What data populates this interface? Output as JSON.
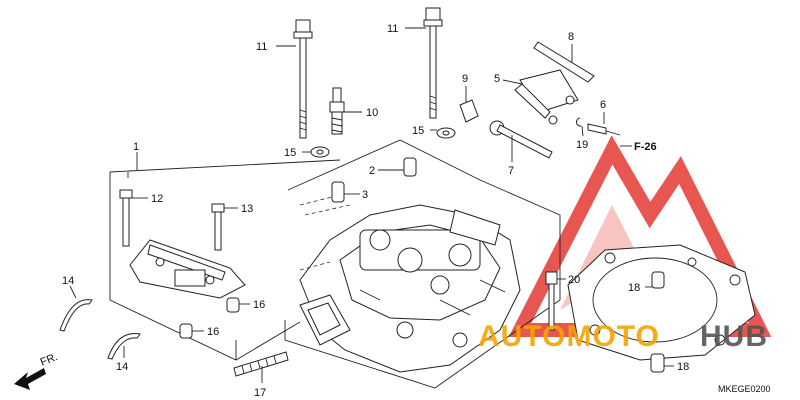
{
  "diagram": {
    "callouts": [
      "1",
      "2",
      "3",
      "5",
      "6",
      "7",
      "8",
      "9",
      "10",
      "11",
      "11",
      "12",
      "13",
      "14",
      "14",
      "15",
      "15",
      "16",
      "16",
      "17",
      "18",
      "18",
      "19",
      "20"
    ],
    "reference": "F-26",
    "fr_label": "FR.",
    "diagram_code": "MKEGE0200"
  },
  "watermark": {
    "text_primary": "AUTOMOTO",
    "text_secondary": "HUB",
    "color_primary": "#f3a400",
    "color_secondary": "#555555",
    "logo_color": "#e53935"
  }
}
